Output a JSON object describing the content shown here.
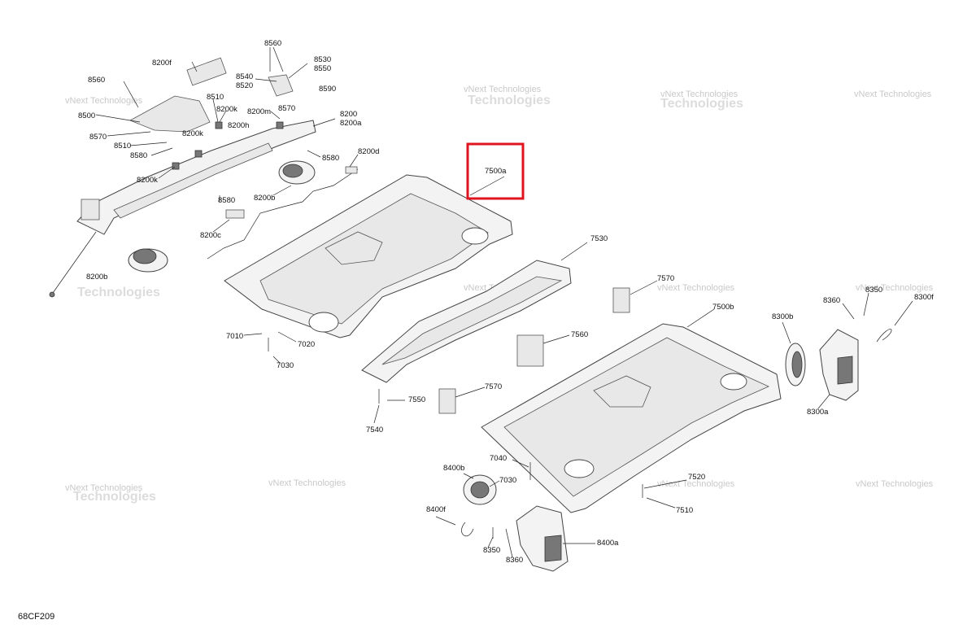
{
  "diagram_id": "68CF209",
  "watermark": {
    "line1": "vNext Technologies",
    "line2": "Technologies"
  },
  "highlight": {
    "label": "7500a",
    "color": "#e0141e"
  },
  "labels": {
    "l8560a": "8560",
    "l8560b": "8560",
    "l8530": "8530",
    "l8550": "8550",
    "l8540": "8540",
    "l8520": "8520",
    "l8590": "8590",
    "l8570a": "8570",
    "l8200f": "8200f",
    "l8510a": "8510",
    "l8500": "8500",
    "l8200k1": "8200k",
    "l8200m": "8200m",
    "l8200": "8200",
    "l8200a": "8200a",
    "l8570b": "8570",
    "l8200h": "8200h",
    "l8200k2": "8200k",
    "l8510b": "8510",
    "l8580a": "8580",
    "l8200k3": "8200k",
    "l8580b": "8580",
    "l8200d": "8200d",
    "l8200b1": "8200b",
    "l8580c": "8580",
    "l8200c": "8200c",
    "l8200b2": "8200b",
    "l7500a": "7500a",
    "l7530": "7530",
    "l7010": "7010",
    "l7020": "7020",
    "l7030a": "7030",
    "l7570a": "7570",
    "l7560": "7560",
    "l7570b": "7570",
    "l7550": "7550",
    "l7540": "7540",
    "l7500b": "7500b",
    "l8300b": "8300b",
    "l8360a": "8360",
    "l8350a": "8350",
    "l8300f": "8300f",
    "l8300a": "8300a",
    "l7040": "7040",
    "l8400b": "8400b",
    "l7030b": "7030",
    "l7520": "7520",
    "l7510": "7510",
    "l8400f": "8400f",
    "l8350b": "8350",
    "l8360b": "8360",
    "l8400a": "8400a"
  }
}
